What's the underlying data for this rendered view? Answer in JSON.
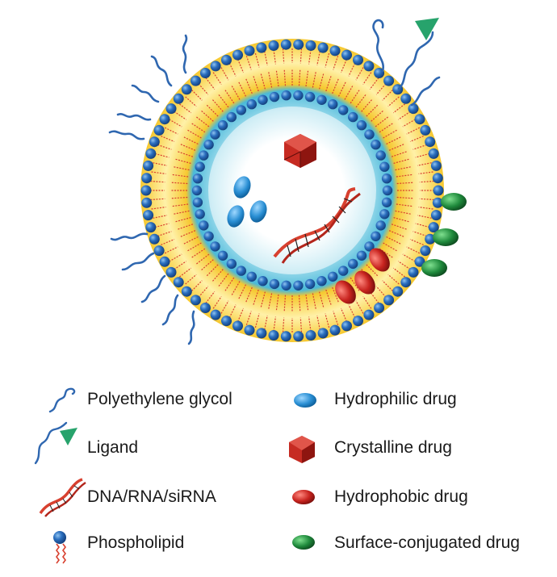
{
  "legend": {
    "left": [
      {
        "label": "Polyethylene glycol",
        "icon": "peg-chain-icon"
      },
      {
        "label": "Ligand",
        "icon": "ligand-icon"
      },
      {
        "label": "DNA/RNA/siRNA",
        "icon": "dna-helix-icon"
      },
      {
        "label": "Phospholipid",
        "icon": "phospholipid-icon"
      }
    ],
    "right": [
      {
        "label": "Hydrophilic drug",
        "icon": "hydrophilic-drug-icon"
      },
      {
        "label": "Crystalline drug",
        "icon": "crystalline-drug-icon"
      },
      {
        "label": "Hydrophobic drug",
        "icon": "hydrophobic-drug-icon"
      },
      {
        "label": "Surface-conjugated drug",
        "icon": "surface-drug-icon"
      }
    ]
  },
  "colors": {
    "head": "#1f5fa8",
    "tail": "#d8402f",
    "bilayer": "#f6c82f",
    "core": "#4ab9d9",
    "peg": "#2f67b0",
    "ligand": "#27a36c",
    "hydrophilic": "#2a8fd4",
    "hydrophobic": "#c8241f",
    "surface": "#1f8a3c",
    "crystal": "#c62b22"
  }
}
